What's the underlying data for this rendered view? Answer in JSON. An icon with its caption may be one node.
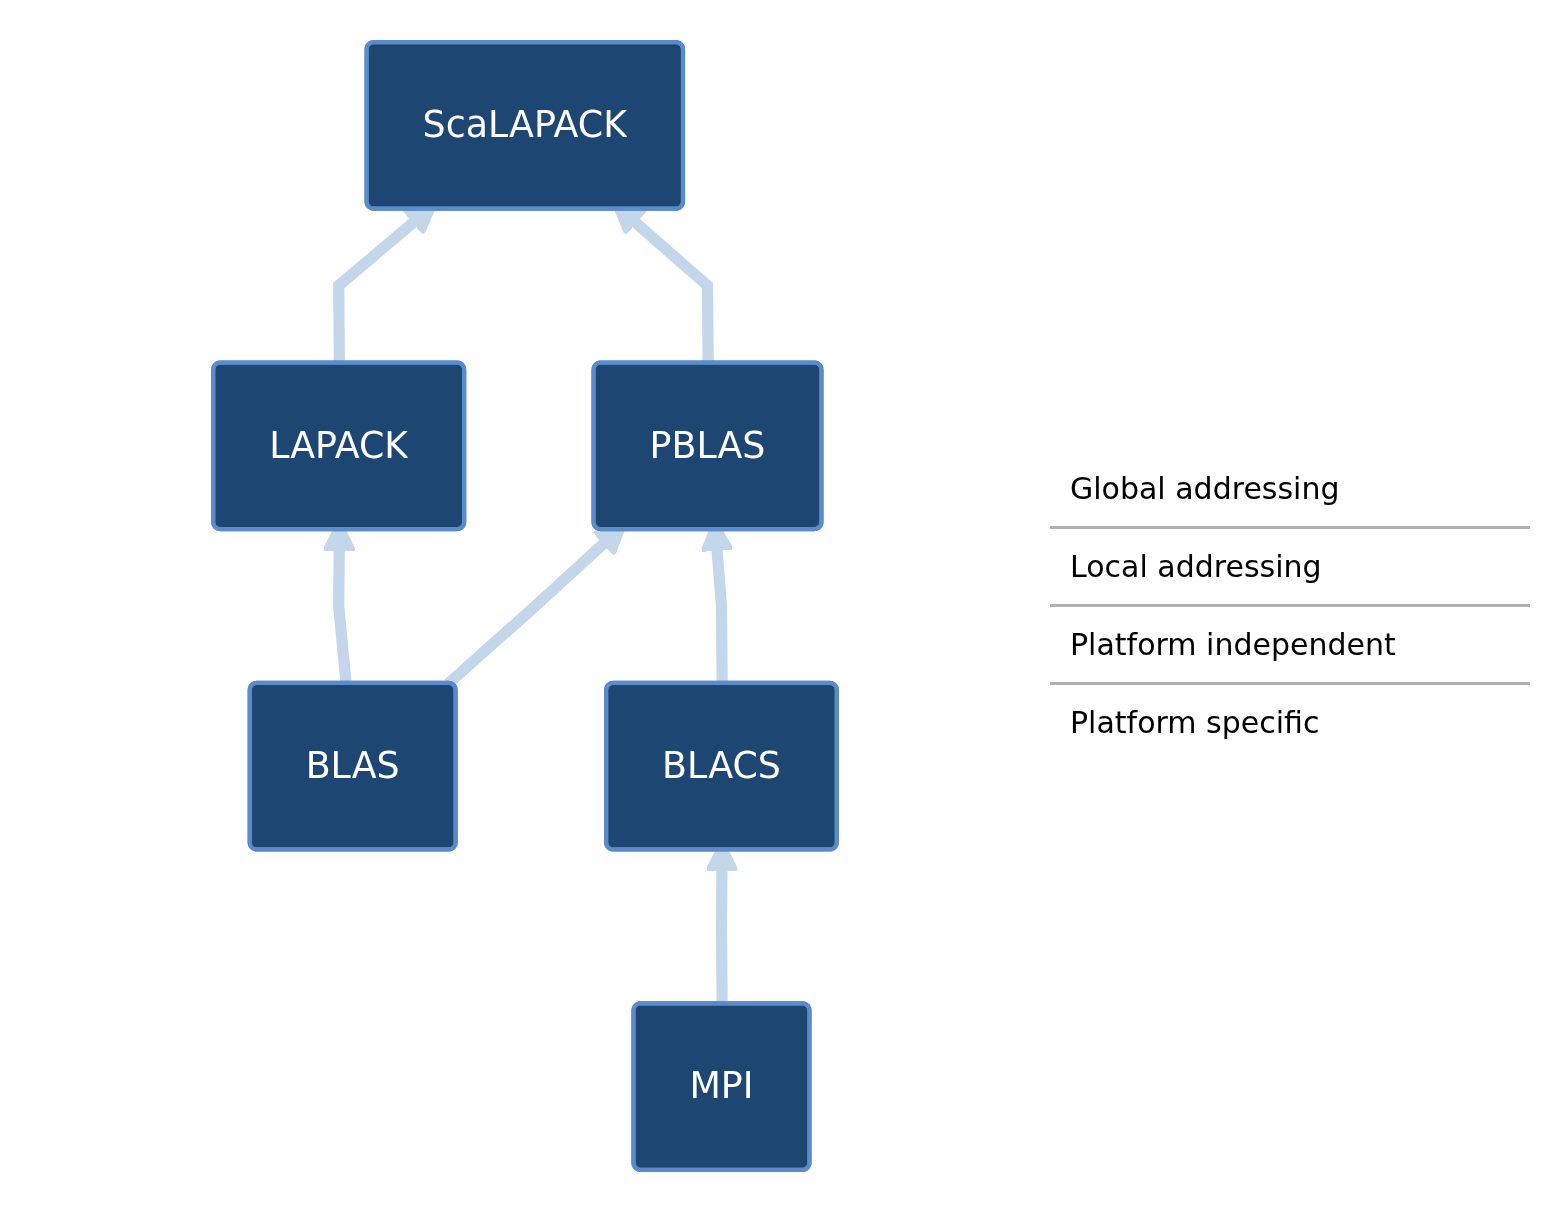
{
  "diagram": {
    "nodes": [
      {
        "text": [
          "ScaLAPACK"
        ]
      },
      {
        "text": [
          "PBLAS"
        ]
      },
      {
        "text": [
          "LAPACK"
        ]
      },
      {
        "text": [
          "BLAS"
        ]
      },
      {
        "text": [
          "BLACS"
        ]
      },
      {
        "text": [
          "MPI"
        ]
      }
    ],
    "edges": [
      {
        "from": 2,
        "to": 0,
        "arrow": "to"
      },
      {
        "from": 1,
        "to": 0,
        "arrow": "to"
      },
      {
        "from": 3,
        "to": 1,
        "arrow": "to"
      },
      {
        "from": 4,
        "to": 1,
        "arrow": "to"
      },
      {
        "from": 3,
        "to": 2,
        "arrow": "to"
      },
      {
        "from": 5,
        "to": 4,
        "arrow": "to"
      }
    ],
    "labels": [
      "Global addressing",
      "Local addressing",
      "Platform independent",
      "Platform specific"
    ]
  }
}
